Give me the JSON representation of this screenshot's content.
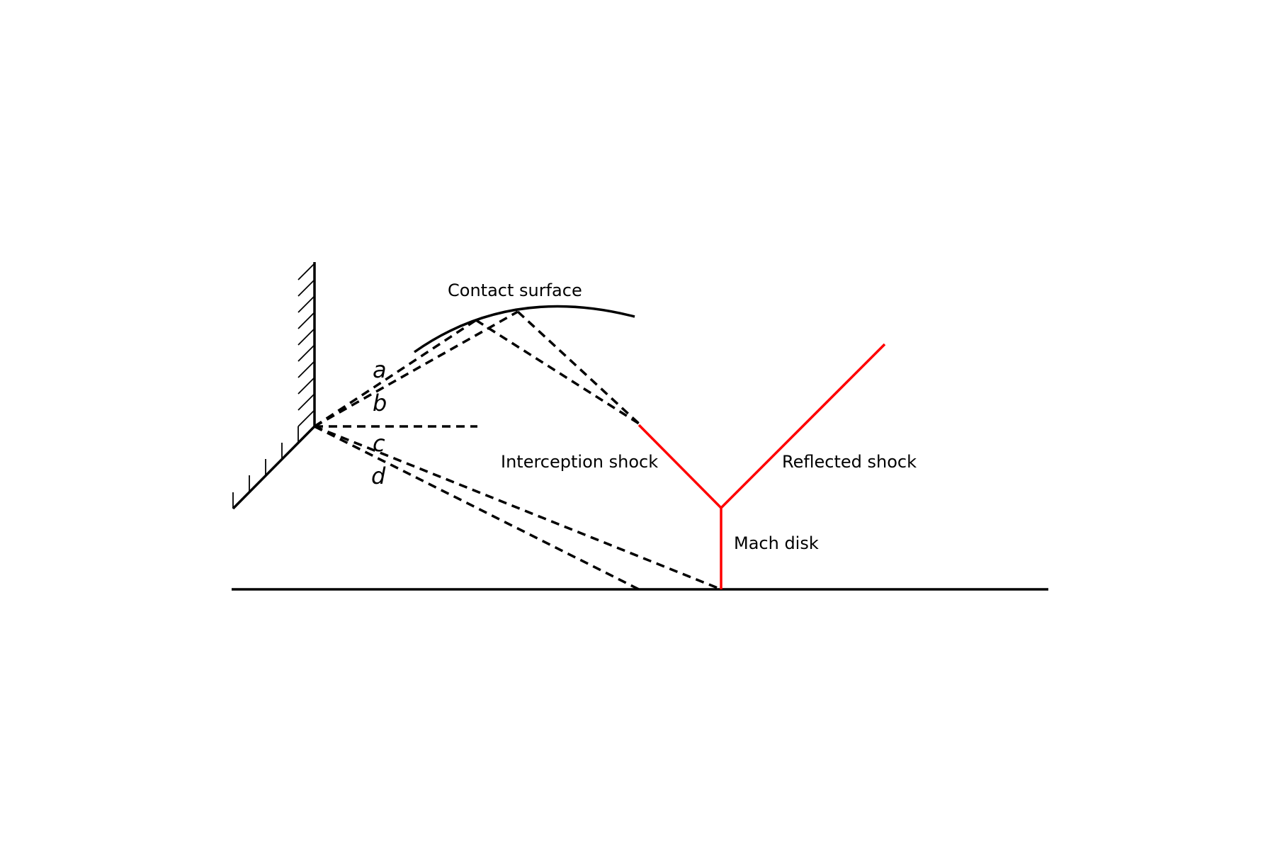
{
  "labels": {
    "contact_surface": "Contact surface",
    "interception_shock": "Interception shock",
    "reflected_shock": "Reflected shock",
    "mach_disk": "Mach disk",
    "ray_a": "a",
    "ray_b": "b",
    "ray_c": "c",
    "ray_d": "d"
  },
  "colors": {
    "shock": "#ff0000",
    "lines": "#000000",
    "background": "#ffffff"
  }
}
